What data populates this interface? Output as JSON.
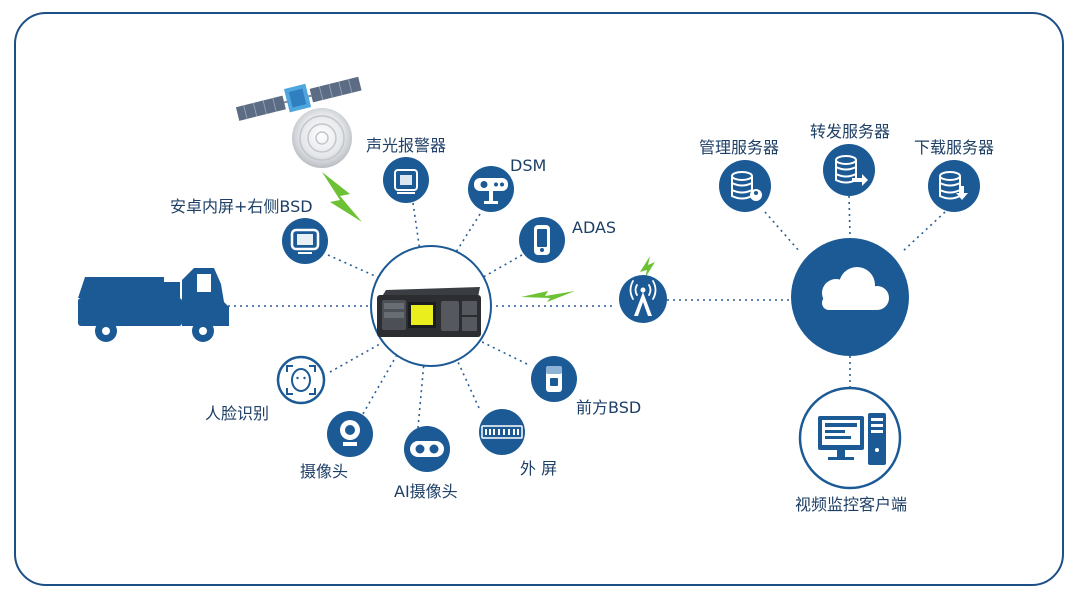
{
  "colors": {
    "primary": "#1c5a96",
    "frame": "#1c4f86",
    "accent_green": "#6cc234",
    "text": "#1e3f66"
  },
  "devices": {
    "alarm": "声光报警器",
    "dsm": "DSM",
    "adas": "ADAS",
    "android_screen": "安卓内屏+右侧BSD",
    "front_bsd": "前方BSD",
    "face": "人脸识别",
    "camera": "摄像头",
    "ai_camera": "AI摄像头",
    "external_screen": "外 屏"
  },
  "servers": {
    "management": "管理服务器",
    "forwarding": "转发服务器",
    "download": "下载服务器"
  },
  "client": "视频监控客户端",
  "icons": [
    "satellite-icon",
    "truck-icon",
    "dvr-icon",
    "tower-icon",
    "cloud-icon",
    "computer-icon",
    "lightning-icon"
  ]
}
